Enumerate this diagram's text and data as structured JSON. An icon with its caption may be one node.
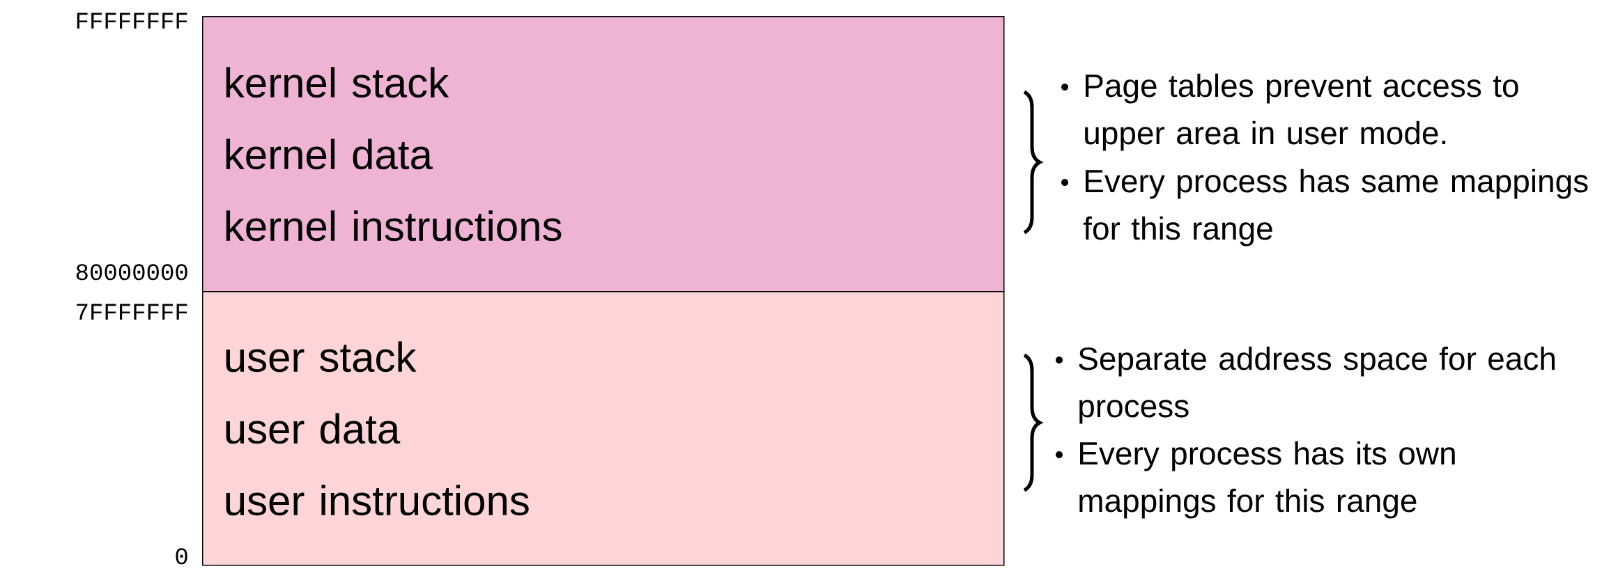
{
  "diagram": {
    "nodes": [
      {
        "text": [
          "kernel stack",
          "kernel data",
          "kernel instructions"
        ]
      },
      {
        "text": [
          "user stack",
          "user data",
          "user instructions"
        ]
      }
    ],
    "edges": [],
    "labels": [
      "FFFFFFFF",
      "Page tables prevent access to upper area in user mode.",
      "Every process has same mappings for this range",
      "80000000",
      "7FFFFFFF",
      "Separate address space for each process",
      "Every process has its own mappings for this range",
      "0"
    ]
  }
}
